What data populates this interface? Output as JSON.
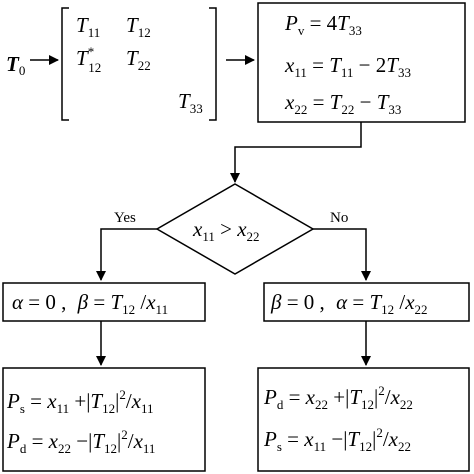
{
  "diagram": {
    "input": {
      "symbol": "T",
      "subscript": "0"
    },
    "matrix": {
      "r1c1": {
        "symbol": "T",
        "subscript": "11"
      },
      "r1c2": {
        "symbol": "T",
        "subscript": "12"
      },
      "r2c1": {
        "symbol": "T",
        "subscript": "12",
        "superscript": "*"
      },
      "r2c2": {
        "symbol": "T",
        "subscript": "22"
      },
      "r3c3": {
        "symbol": "T",
        "subscript": "33"
      }
    },
    "formulas_box": {
      "line1": {
        "lhs": "P",
        "lhs_sub": "v",
        "eq": "= 4",
        "t": "T",
        "t_sub": "33"
      },
      "line2": {
        "lhs": "x",
        "lhs_sub": "11",
        "eq": "=",
        "a": "T",
        "a_sub": "11",
        "op": "− 2",
        "b": "T",
        "b_sub": "33"
      },
      "line3": {
        "lhs": "x",
        "lhs_sub": "22",
        "eq": "=",
        "a": "T",
        "a_sub": "22",
        "op": "−",
        "b": "T",
        "b_sub": "33"
      }
    },
    "decision": {
      "a": "x",
      "a_sub": "11",
      "op": ">",
      "b": "x",
      "b_sub": "22"
    },
    "yes_label": "Yes",
    "no_label": "No",
    "left_params": {
      "alpha": "α",
      "eq0": "= 0 ,",
      "beta": "β",
      "eq": "=",
      "num": "T",
      "num_sub": "12",
      "slash": "/",
      "den": "x",
      "den_sub": "11"
    },
    "right_params": {
      "beta": "β",
      "eq0": "= 0 ,",
      "alpha": "α",
      "eq": "=",
      "num": "T",
      "num_sub": "12",
      "slash": "/",
      "den": "x",
      "den_sub": "22"
    },
    "left_result": {
      "line1": {
        "p": "P",
        "p_sub": "s",
        "eq": "=",
        "x": "x",
        "x_sub": "11",
        "op": "+",
        "bar_l": "|",
        "t": "T",
        "t_sub": "12",
        "bar_r": "|",
        "pow": "2",
        "slash": "/",
        "d": "x",
        "d_sub": "11"
      },
      "line2": {
        "p": "P",
        "p_sub": "d",
        "eq": "=",
        "x": "x",
        "x_sub": "22",
        "op": "−",
        "bar_l": "|",
        "t": "T",
        "t_sub": "12",
        "bar_r": "|",
        "pow": "2",
        "slash": "/",
        "d": "x",
        "d_sub": "11"
      }
    },
    "right_result": {
      "line1": {
        "p": "P",
        "p_sub": "d",
        "eq": "=",
        "x": "x",
        "x_sub": "22",
        "op": "+",
        "bar_l": "|",
        "t": "T",
        "t_sub": "12",
        "bar_r": "|",
        "pow": "2",
        "slash": "/",
        "d": "x",
        "d_sub": "22"
      },
      "line2": {
        "p": "P",
        "p_sub": "s",
        "eq": "=",
        "x": "x",
        "x_sub": "11",
        "op": "−",
        "bar_l": "|",
        "t": "T",
        "t_sub": "12",
        "bar_r": "|",
        "pow": "2",
        "slash": "/",
        "d": "x",
        "d_sub": "22"
      }
    }
  }
}
